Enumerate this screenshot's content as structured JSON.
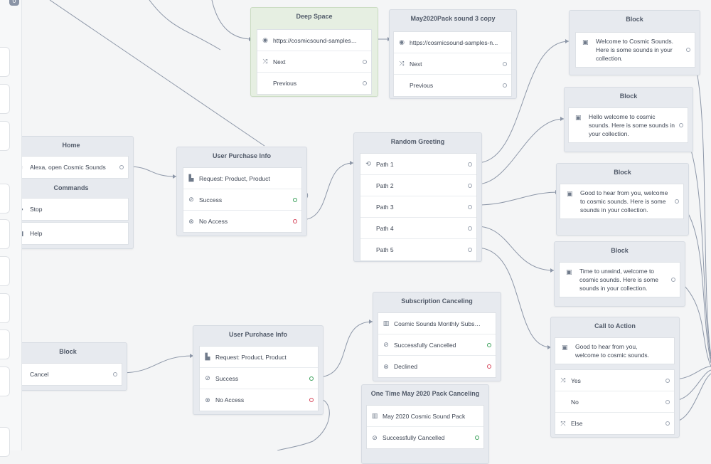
{
  "rail": {
    "top_label": "0"
  },
  "nodes": {
    "deep_space": {
      "title": "Deep Space",
      "url": "https://cosmicsound-samples-n...",
      "next": "Next",
      "previous": "Previous"
    },
    "may2020_copy": {
      "title": "May2020Pack sound 3 copy",
      "url": "https://cosmicsound-samples-n...",
      "next": "Next",
      "previous": "Previous"
    },
    "home": {
      "title": "Home",
      "intent": "Alexa, open Cosmic Sounds",
      "commands_title": "Commands",
      "stop": "Stop",
      "help": "Help"
    },
    "user_purchase_1": {
      "title": "User Purchase Info",
      "request": "Request: Product, Product",
      "success": "Success",
      "no_access": "No Access"
    },
    "random_greeting": {
      "title": "Random Greeting",
      "paths": [
        "Path 1",
        "Path 2",
        "Path 3",
        "Path 4",
        "Path 5"
      ]
    },
    "block_1": {
      "title": "Block",
      "text": "Welcome to Cosmic Sounds. Here is some sounds in your collection."
    },
    "block_2": {
      "title": "Block",
      "text": "Hello welcome to cosmic sounds. Here is some sounds in your collection."
    },
    "block_3": {
      "title": "Block",
      "text": "Good to hear from you, welcome to cosmic sounds. Here is some sounds in your collection."
    },
    "block_4": {
      "title": "Block",
      "text": "Time to unwind, welcome to cosmic sounds. Here is some sounds in your collection."
    },
    "call_to_action": {
      "title": "Call to Action",
      "text": "Good to hear from you, welcome to cosmic sounds.",
      "yes": "Yes",
      "no": "No",
      "else": "Else"
    },
    "block_cancel": {
      "title": "Block",
      "cancel": "Cancel"
    },
    "user_purchase_2": {
      "title": "User Purchase Info",
      "request": "Request: Product, Product",
      "success": "Success",
      "no_access": "No Access"
    },
    "subscription_canceling": {
      "title": "Subscription Canceling",
      "product": "Cosmic Sounds Monthly Subscr...",
      "success": "Successfully Cancelled",
      "declined": "Declined"
    },
    "one_time_canceling": {
      "title": "One Time May 2020 Pack Canceling",
      "product": "May 2020 Cosmic Sound Pack",
      "success": "Successfully Cancelled"
    }
  }
}
